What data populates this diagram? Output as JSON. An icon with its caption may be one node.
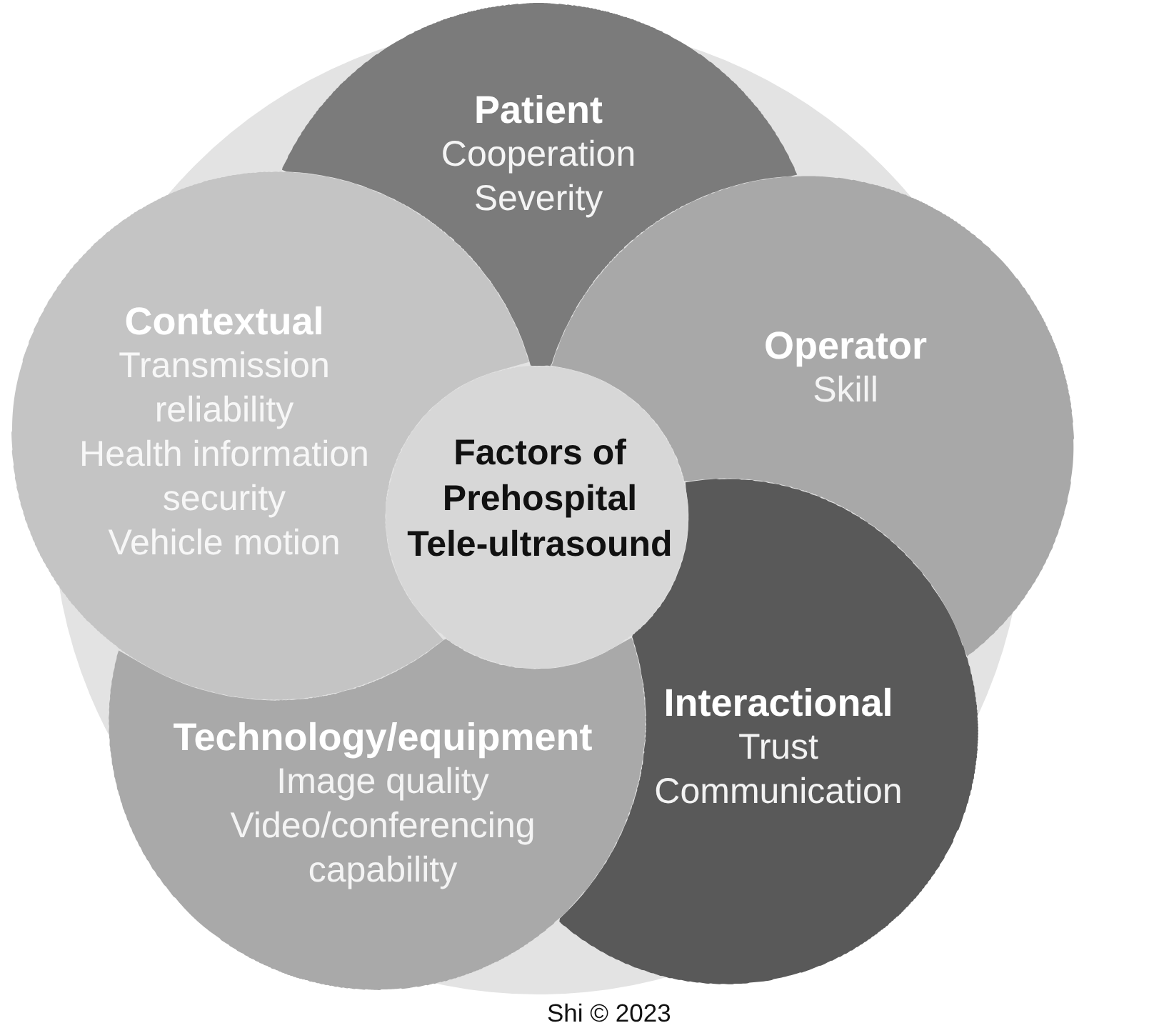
{
  "diagram": {
    "caption": "Shi © 2023",
    "nodes": [
      {
        "text": [
          "Patient",
          "Cooperation",
          "Severity"
        ]
      },
      {
        "text": [
          "Contextual",
          "Transmission reliability",
          "Health information security",
          "Vehicle motion"
        ]
      },
      {
        "text": [
          "Operator",
          "Skill"
        ]
      },
      {
        "text": [
          "Factors of Prehospital Tele-ultrasound"
        ]
      },
      {
        "text": [
          "Interactional",
          "Trust",
          "Communication"
        ]
      },
      {
        "text": [
          "Technology/equipment",
          "Image quality",
          "Video/conferencing capability"
        ]
      }
    ]
  }
}
